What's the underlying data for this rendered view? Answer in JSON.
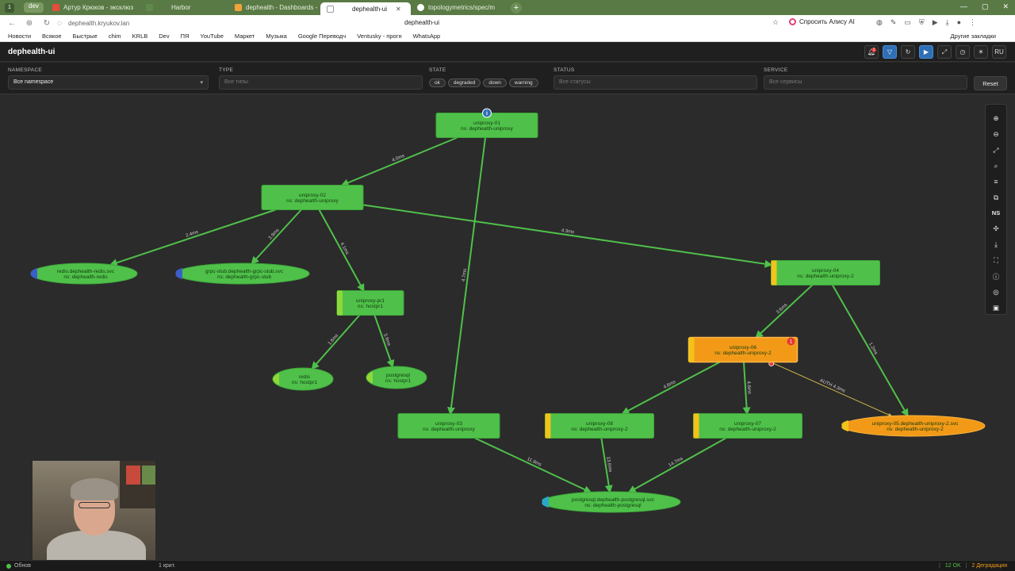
{
  "browser": {
    "tab_count": "1",
    "tabs": [
      {
        "label": "dev",
        "kind": "workspace"
      },
      {
        "label": "Артур Крюков - эксклюз",
        "fav": "#e94b3c"
      },
      {
        "label": "Harbor",
        "fav": "#5e8a4a"
      },
      {
        "label": "dephealth - Dashboards -",
        "fav": "#f2a33a"
      },
      {
        "label": "dephealth-ui",
        "fav": "#ffffff",
        "active": true
      },
      {
        "label": "topologymetrics/spec/m",
        "fav": "#ffffff"
      }
    ],
    "new_tab": "+",
    "url": "dephealth.kryukov.lan",
    "page_title": "dephealth-ui",
    "ask_alice": "Спросить Алису AI",
    "bookmarks": [
      "Новости",
      "Всякое",
      "Быстрые",
      "chim",
      "KRLB",
      "Dev",
      "ПЯ",
      "YouTube",
      "Маркет",
      "Музыка",
      "Google Переводч",
      "Ventusky - прогн",
      "WhatsApp"
    ],
    "bookmarks_other": "Другие закладки"
  },
  "app": {
    "title": "dephealth-ui",
    "alerts_badge": "1",
    "lang_button": "RU"
  },
  "filters": {
    "namespace": {
      "label": "NAMESPACE",
      "value": "Все namespace"
    },
    "type": {
      "label": "TYPE",
      "placeholder": "Все типы"
    },
    "state": {
      "label": "STATE",
      "chips": [
        "ok",
        "degraded",
        "down",
        "warning"
      ]
    },
    "status": {
      "label": "STATUS",
      "placeholder": "Все статусы"
    },
    "service": {
      "label": "SERVICE",
      "placeholder": "Все сервисы"
    },
    "reset_label": "Reset"
  },
  "graph": {
    "nodes": [
      {
        "id": "uniproxy-01",
        "name": "uniproxy-01",
        "ns": "ns: dephealth-uniproxy",
        "shape": "rect",
        "status": "ok",
        "info": "i"
      },
      {
        "id": "uniproxy-02",
        "name": "uniproxy-02",
        "ns": "ns: dephealth-uniproxy",
        "shape": "rect",
        "status": "ok"
      },
      {
        "id": "redis-svc",
        "name": "redis.dephealth-redis.svc",
        "ns": "ns: dephealth-redis",
        "shape": "ellipse",
        "status": "ok"
      },
      {
        "id": "grpc-stub",
        "name": "grpc-stub.dephealth-grpc-stub.svc",
        "ns": "ns: dephealth-grpc-stub",
        "shape": "ellipse",
        "status": "ok"
      },
      {
        "id": "uniproxy-pr1",
        "name": "uniproxy-pr1",
        "ns": "ns: hostpr1",
        "shape": "rect",
        "status": "ok"
      },
      {
        "id": "redis-pr1",
        "name": "redis",
        "ns": "ns: hostpr1",
        "shape": "ellipse",
        "status": "ok"
      },
      {
        "id": "postgresql-pr1",
        "name": "postgresql",
        "ns": "ns: hostpr1",
        "shape": "ellipse",
        "status": "ok"
      },
      {
        "id": "uniproxy-04",
        "name": "uniproxy-04",
        "ns": "ns: dephealth-uniproxy-2",
        "shape": "rect",
        "status": "ok"
      },
      {
        "id": "uniproxy-06",
        "name": "uniproxy-06",
        "ns": "ns: dephealth-uniproxy-2",
        "shape": "rect",
        "status": "degraded",
        "alerts": "1"
      },
      {
        "id": "uniproxy-03",
        "name": "uniproxy-03",
        "ns": "ns: dephealth-uniproxy",
        "shape": "rect",
        "status": "ok"
      },
      {
        "id": "uniproxy-08",
        "name": "uniproxy-08",
        "ns": "ns: dephealth-uniproxy-2",
        "shape": "rect",
        "status": "ok"
      },
      {
        "id": "uniproxy-07",
        "name": "uniproxy-07",
        "ns": "ns: dephealth-uniproxy-2",
        "shape": "rect",
        "status": "ok"
      },
      {
        "id": "uniproxy-05-svc",
        "name": "uniproxy-05.dephealth-uniproxy-2.svc",
        "ns": "ns: dephealth-uniproxy-2",
        "shape": "ellipse",
        "status": "degraded"
      },
      {
        "id": "postgresql-svc",
        "name": "postgresql.dephealth-postgresql.svc",
        "ns": "ns: dephealth-postgresql",
        "shape": "ellipse",
        "status": "ok"
      }
    ],
    "edges": [
      {
        "from": "uniproxy-01",
        "to": "uniproxy-02",
        "latency": "4.0ms"
      },
      {
        "from": "uniproxy-01",
        "to": "uniproxy-03",
        "latency": "4.7ms"
      },
      {
        "from": "uniproxy-02",
        "to": "redis-svc",
        "latency": "2.4ms"
      },
      {
        "from": "uniproxy-02",
        "to": "grpc-stub",
        "latency": "3.9ms"
      },
      {
        "from": "uniproxy-02",
        "to": "uniproxy-pr1",
        "latency": "4.1ms"
      },
      {
        "from": "uniproxy-02",
        "to": "uniproxy-04",
        "latency": "4.3ms"
      },
      {
        "from": "uniproxy-pr1",
        "to": "redis-pr1",
        "latency": "1.6ms"
      },
      {
        "from": "uniproxy-pr1",
        "to": "postgresql-pr1",
        "latency": "3.9ms"
      },
      {
        "from": "uniproxy-04",
        "to": "uniproxy-06",
        "latency": "3.6ms"
      },
      {
        "from": "uniproxy-04",
        "to": "uniproxy-05-svc",
        "latency": "1.2ms"
      },
      {
        "from": "uniproxy-06",
        "to": "uniproxy-08",
        "latency": "4.6ms"
      },
      {
        "from": "uniproxy-06",
        "to": "uniproxy-07",
        "latency": "4.6ms"
      },
      {
        "from": "uniproxy-06",
        "to": "uniproxy-05-svc",
        "latency": "AUTH 4.3ms",
        "status": "warning"
      },
      {
        "from": "uniproxy-03",
        "to": "postgresql-svc",
        "latency": "11.9ms"
      },
      {
        "from": "uniproxy-08",
        "to": "postgresql-svc",
        "latency": "13.6ms"
      },
      {
        "from": "uniproxy-07",
        "to": "postgresql-svc",
        "latency": "14.7ms"
      }
    ]
  },
  "side_tools": [
    {
      "icon": "zoom-in-icon",
      "glyph": "⊕"
    },
    {
      "icon": "zoom-out-icon",
      "glyph": "⊖"
    },
    {
      "icon": "fit-icon",
      "glyph": "⤢"
    },
    {
      "icon": "search-icon",
      "glyph": "⌕"
    },
    {
      "icon": "layout-icon",
      "glyph": "≡"
    },
    {
      "icon": "group-icon",
      "glyph": "⧉"
    },
    {
      "icon": "namespace-icon",
      "glyph": "NS"
    },
    {
      "icon": "collapse-icon",
      "glyph": "✣"
    },
    {
      "icon": "export-icon",
      "glyph": "⤓"
    },
    {
      "icon": "fullscreen-icon",
      "glyph": "⛶"
    },
    {
      "icon": "info-icon",
      "glyph": "ⓘ"
    },
    {
      "icon": "palette-icon",
      "glyph": "◎"
    },
    {
      "icon": "image-icon",
      "glyph": "▣"
    }
  ],
  "status_bar": {
    "left": "Обнов",
    "crit": "1 крит.",
    "ok": "12 OK",
    "degraded": "2 Деградация"
  }
}
